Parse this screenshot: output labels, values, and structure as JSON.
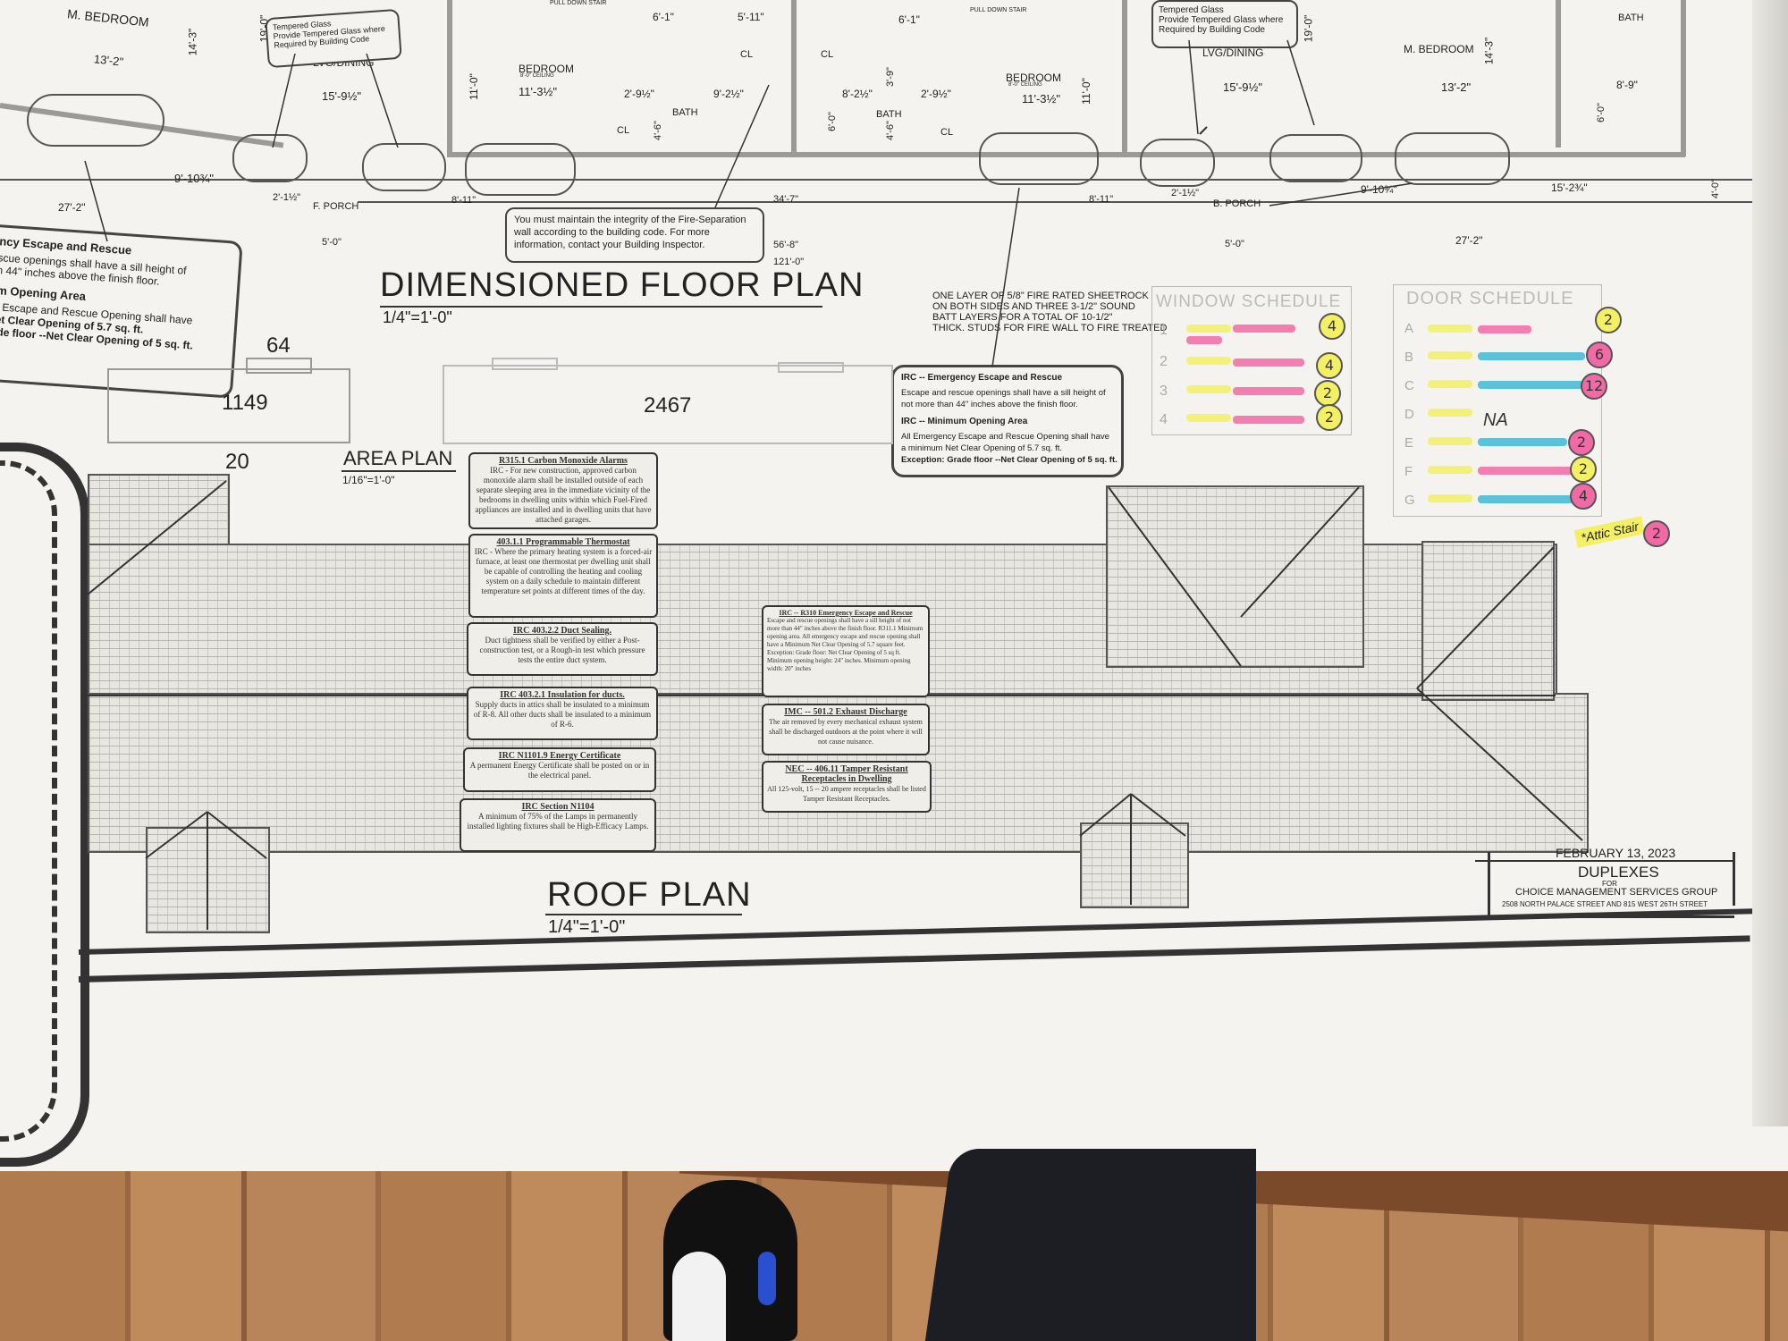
{
  "floor_plan": {
    "title": "DIMENSIONED FLOOR PLAN",
    "scale": "1/4\"=1'-0\"",
    "rooms": {
      "m_bedroom_left": "M. BEDROOM",
      "bedroom_1": "BEDROOM",
      "bath_1": "BATH",
      "bedroom_2": "BEDROOM",
      "bath_2": "BATH",
      "m_bedroom_right": "M. BEDROOM",
      "bath_right": "BATH",
      "lvg_left": "LVG/DINING",
      "lvg_right": "LVG/DINING",
      "f_porch": "F. PORCH",
      "b_porch": "B. PORCH",
      "cl_1": "CL",
      "cl_2": "CL",
      "cl_3": "CL",
      "cl_4": "CL"
    },
    "ceiling": "8'-0\" CEILING",
    "pull_down_stair": "PULL DOWN STAIR",
    "dimensions": {
      "d1": "13'-2\"",
      "d2": "14'-3\"",
      "d3": "19'-0\"",
      "d4": "15'-9½\"",
      "d5": "11'-0\"",
      "d6": "11'-3½\"",
      "d7": "6'-1\"",
      "d8": "5'-11\"",
      "d9": "2'-9½\"",
      "d10": "9'-2½\"",
      "d11": "8'-2½\"",
      "d12": "6'-1\"",
      "d13": "2'-9½\"",
      "d14": "11'-3½\"",
      "d15": "11'-0\"",
      "d16": "15'-9½\"",
      "d17": "19'-0\"",
      "d18": "13'-2\"",
      "d19": "14'-3\"",
      "d20": "8'-9\"",
      "d21": "27'-2\"",
      "d22": "9'-10¾\"",
      "d23": "2'-1½\"",
      "d24": "5'-0\"",
      "d25": "8'-11\"",
      "d26": "34'-7\"",
      "d27": "56'-8\"",
      "d28": "121'-0\"",
      "d29": "8'-11\"",
      "d30": "2'-1½\"",
      "d31": "5'-0\"",
      "d32": "9'-10¾\"",
      "d33": "27'-2\"",
      "d34": "15'-2¾\"",
      "d35": "4'-0\"",
      "d36": "6'-0\"",
      "d37": "4'-6\"",
      "d38": "3'-9\"",
      "d39": "6'-0\"",
      "d40": "4'-6\""
    },
    "tempered_left": [
      "Tempered Glass",
      "Provide Tempered Glass where",
      "Required by Building Code"
    ],
    "tempered_right": [
      "Tempered Glass",
      "Provide Tempered Glass where",
      "Required by Building Code"
    ],
    "fire_note": [
      "You must maintain the integrity of the Fire-Separation",
      "wall according to the building code. For more",
      "information, contact your  Building Inspector."
    ],
    "sheetrock_note": [
      "ONE LAYER OF 5/8\" FIRE RATED SHEETROCK",
      "ON BOTH SIDES AND THREE 3-1/2\" SOUND",
      "BATT LAYERS FOR A  TOTAL OF 10-1/2\"",
      "THICK. STUDS FOR FIRE WALL TO FIRE TREATED"
    ]
  },
  "egress_left": {
    "h1": "ency Escape and Rescue",
    "l1": "escue openings shall have a sill height of",
    "l2": "an 44\" inches above the finish floor.",
    "h2": "um Opening Area",
    "l3": "cy Escape and Rescue Opening shall have",
    "l4": "Net Clear Opening of 5.7 sq. ft.",
    "l5": "rade floor --Net Clear Opening of 5 sq. ft."
  },
  "egress_right": {
    "h1": "IRC -- Emergency Escape and Rescue",
    "l1": "Escape and rescue openings shall have a sill height of",
    "l2": "not more than 44\" inches above the finish floor.",
    "h2": "IRC -- Minimum Opening Area",
    "l3": "All Emergency Escape and Rescue Opening shall have",
    "l4": "a minimum Net Clear Opening of 5.7 sq. ft.",
    "l5": "Exception: Grade floor --Net Clear Opening of 5 sq. ft."
  },
  "area_plan": {
    "title": "AREA PLAN",
    "scale": "1/16\"=1'-0\"",
    "n64": "64",
    "n1149": "1149",
    "n2467": "2467",
    "n20": "20"
  },
  "code_notes": [
    {
      "title": "R315.1 Carbon Monoxide Alarms",
      "body": "IRC - For new construction, approved carbon monoxide alarm shall be installed outside of each separate sleeping area in the immediate vicinity of the bedrooms in dwelling units within which Fuel-Fired appliances are installed and in dwelling units that have attached garages."
    },
    {
      "title": "403.1.1 Programmable Thermostat",
      "body": "IRC - Where the primary heating system is a forced-air furnace, at least one thermostat per dwelling unit shall be capable of controlling the heating and cooling system on a daily schedule to maintain different temperature set points at different times of the day."
    },
    {
      "title": "IRC 403.2.2 Duct Sealing.",
      "body": "Duct tightness shall be verified by either a Post-construction test, or a Rough-in test which pressure tests the entire duct system."
    },
    {
      "title": "IRC 403.2.1 Insulation for ducts.",
      "body": "Supply ducts in attics shall be insulated to a minimum of R-8. All other ducts shall be insulated to a minimum of R-6."
    },
    {
      "title": "IRC N1101.9 Energy Certificate",
      "body": "A permanent Energy Certificate shall be posted on or in the electrical panel."
    },
    {
      "title": "IRC Section N1104",
      "body": "A minimum of 75% of the Lamps in permanently installed lighting fixtures shall be High-Efficacy Lamps."
    },
    {
      "title": "IRC -- R310 Emergency Escape and Rescue",
      "body": "Escape and rescue openings shall have a sill height of not more than 44\" inches above the finish floor. R311.1 Minimum opening area. All emergency escape and rescue opening shall have a Minimum Net Clear Opening of 5.7 square feet. Exception: Grade floor: Net Clear Opening of 5 sq ft. Minimum opening height: 24\" inches. Minimum opening width: 20\" inches"
    },
    {
      "title": "IMC -- 501.2 Exhaust Discharge",
      "body": "The air removed by every mechanical exhaust system shall be discharged outdoors at the point where it will not cause nuisance."
    },
    {
      "title": "NEC -- 406.11 Tamper Resistant Receptacles in Dwelling",
      "body": "All 125-volt, 15 -- 20 ampere receptacles shall be listed Tamper Resistant Receptacles."
    }
  ],
  "window_schedule": {
    "title": "WINDOW SCHEDULE",
    "rows": [
      "1",
      "2",
      "3",
      "4"
    ],
    "counts": [
      "4",
      "4",
      "2",
      "2"
    ]
  },
  "door_schedule": {
    "title": "DOOR SCHEDULE",
    "rows": [
      "A",
      "B",
      "C",
      "D",
      "E",
      "F",
      "G"
    ],
    "counts": [
      "2",
      "6",
      "12",
      "2",
      "2",
      "4"
    ],
    "na": "NA",
    "attic": "*Attic Stair",
    "attic_count": "2"
  },
  "roof_plan": {
    "title": "ROOF PLAN",
    "scale": "1/4\"=1'-0\""
  },
  "title_block": {
    "date": "FEBRUARY 13, 2023",
    "project": "DUPLEXES",
    "for": "FOR",
    "client": "CHOICE MANAGEMENT SERVICES GROUP",
    "address": "2508 NORTH PALACE STREET AND 815 WEST 26TH STREET"
  },
  "colors": {
    "paper": "#f4f3ef",
    "highlight_yellow": "#f3f063",
    "highlight_pink": "#f26aa5",
    "highlight_blue": "#3fb8d6",
    "floor_wood": "#a9744a"
  }
}
